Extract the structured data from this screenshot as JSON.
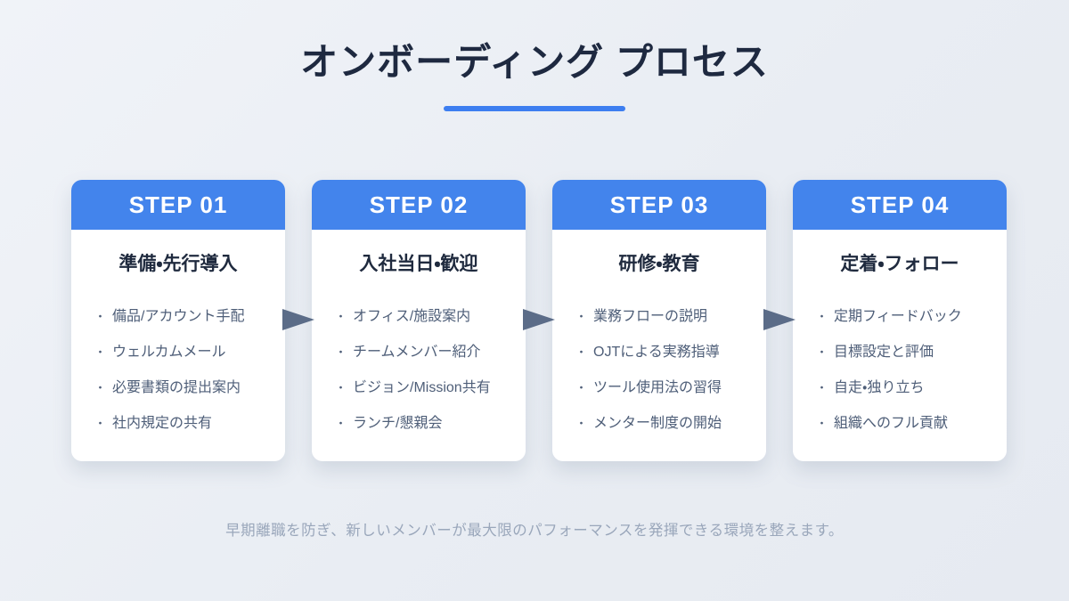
{
  "page": {
    "title": "オンボーディング プロセス",
    "bullet": "・",
    "footer": "早期離職を防ぎ、新しいメンバーが最大限のパフォーマンスを発揮できる環境を整えます。"
  },
  "colors": {
    "accent_blue": "#4384ec",
    "underline_blue": "#3d7ef0",
    "title_text": "#1e2940",
    "card_title_text": "#1f2a3e",
    "item_text": "#4e5e78",
    "arrow": "#5b6c88",
    "footer_text": "#9aa7bb",
    "card_background": "#ffffff",
    "page_background": "#e9edf3"
  },
  "steps": [
    {
      "badge": "STEP 01",
      "title": "準備・先行導入",
      "items": [
        "備品/アカウント手配",
        "ウェルカムメール",
        "必要書類の提出案内",
        "社内規定の共有"
      ]
    },
    {
      "badge": "STEP 02",
      "title": "入社当日・歓迎",
      "items": [
        "オフィス/施設案内",
        "チームメンバー紹介",
        "ビジョン/Mission共有",
        "ランチ/懇親会"
      ]
    },
    {
      "badge": "STEP 03",
      "title": "研修・教育",
      "items": [
        "業務フローの説明",
        "OJTによる実務指導",
        "ツール使用法の習得",
        "メンター制度の開始"
      ]
    },
    {
      "badge": "STEP 04",
      "title": "定着・フォロー",
      "items": [
        "定期フィードバック",
        "目標設定と評価",
        "自走・独り立ち",
        "組織へのフル貢献"
      ]
    }
  ]
}
